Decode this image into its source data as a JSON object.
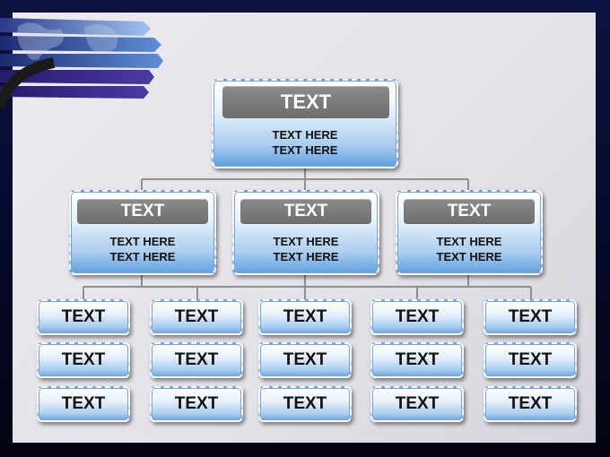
{
  "colors": {
    "connector": "#8f8f8f",
    "header": "#767676",
    "box_bottom": "#5f9fe0",
    "background": "#0b1440"
  },
  "decoration": {
    "icon": "world-map-ribbon-icon"
  },
  "top": {
    "title": "TEXT",
    "lines": [
      "TEXT HERE",
      "TEXT HERE"
    ]
  },
  "middle": [
    {
      "title": "TEXT",
      "lines": [
        "TEXT HERE",
        "TEXT HERE"
      ]
    },
    {
      "title": "TEXT",
      "lines": [
        "TEXT HERE",
        "TEXT HERE"
      ]
    },
    {
      "title": "TEXT",
      "lines": [
        "TEXT HERE",
        "TEXT HERE"
      ]
    }
  ],
  "leaves": [
    [
      "TEXT",
      "TEXT",
      "TEXT",
      "TEXT",
      "TEXT"
    ],
    [
      "TEXT",
      "TEXT",
      "TEXT",
      "TEXT",
      "TEXT"
    ],
    [
      "TEXT",
      "TEXT",
      "TEXT",
      "TEXT",
      "TEXT"
    ]
  ]
}
